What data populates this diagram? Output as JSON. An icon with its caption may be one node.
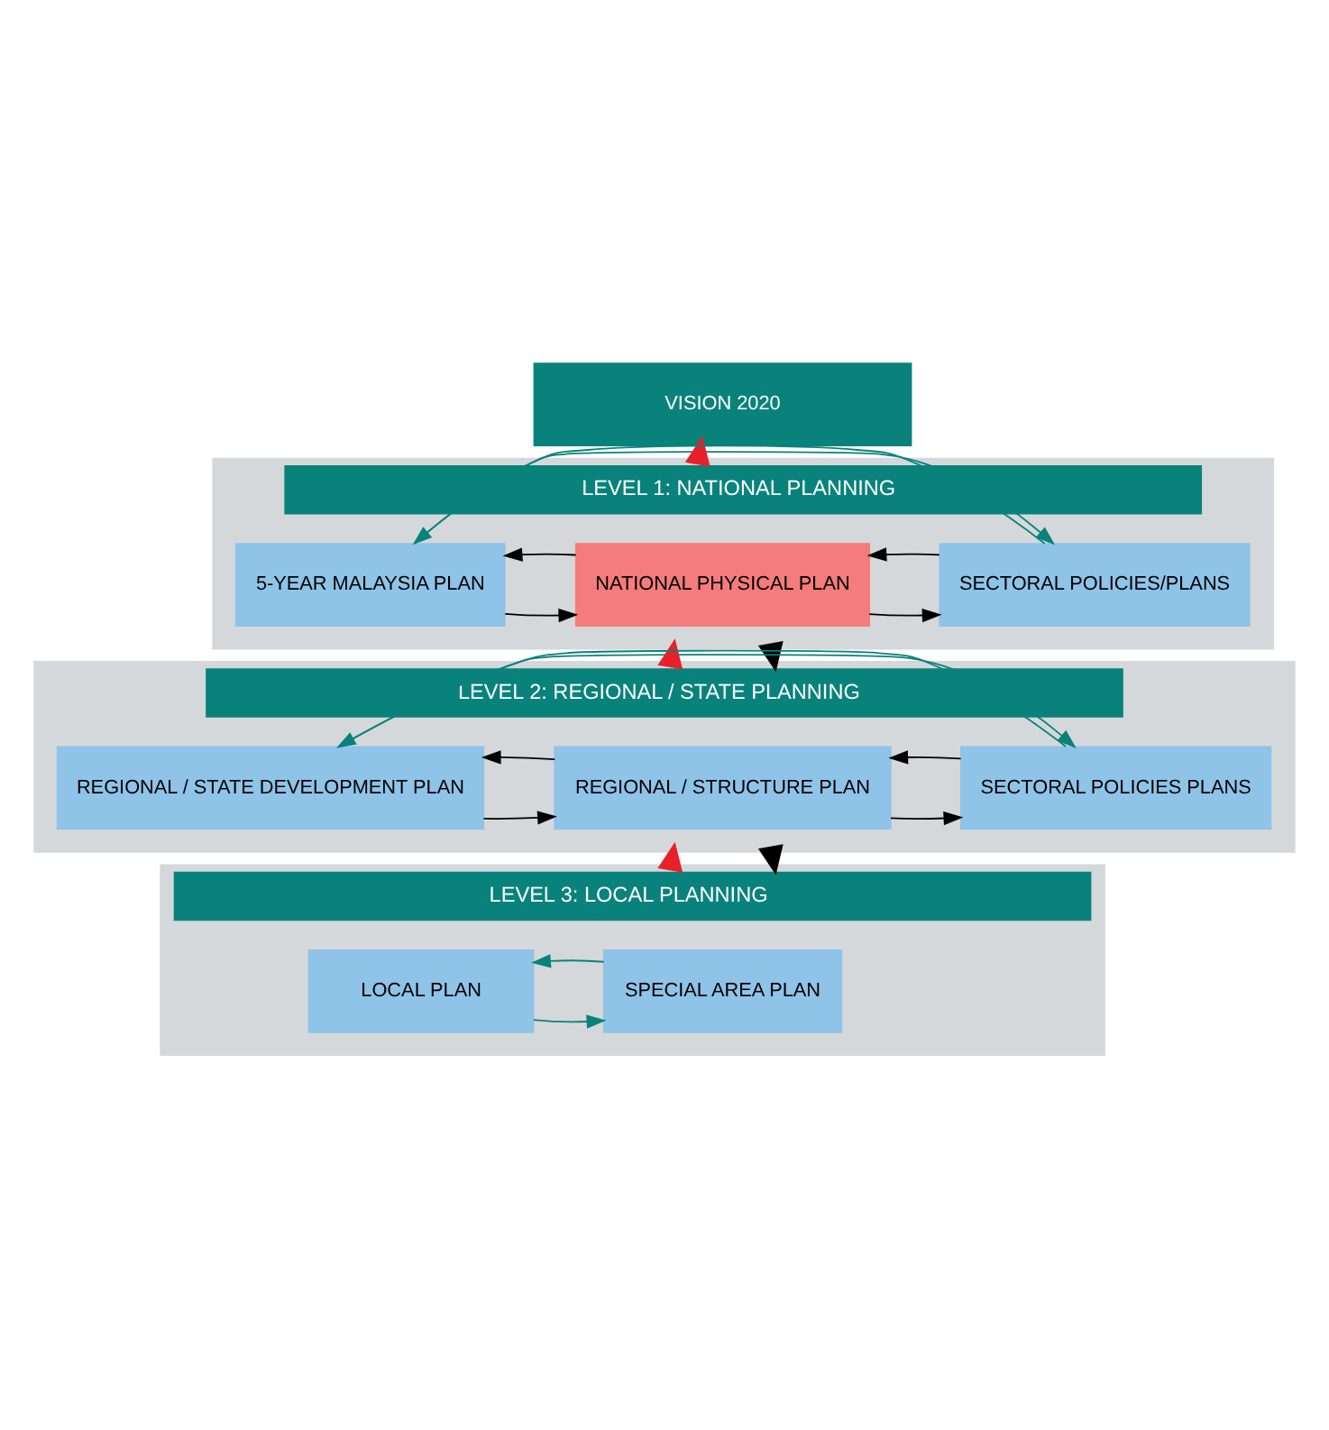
{
  "diagram": {
    "nodes": [
      {
        "text": [
          "VISION 2020"
        ]
      },
      {
        "text": [
          "LEVEL 1: NATIONAL PLANNING"
        ]
      },
      {
        "text": [
          "5-YEAR MALAYSIA PLAN"
        ],
        "in": 1
      },
      {
        "text": [
          "NATIONAL PHYSICAL PLAN"
        ],
        "in": 1
      },
      {
        "text": [
          "SECTORAL POLICIES/PLANS"
        ],
        "in": 1
      },
      {
        "text": [
          "LEVEL 2: REGIONAL / STATE PLANNING"
        ]
      },
      {
        "text": [
          "REGIONAL / STATE DEVELOPMENT PLAN"
        ],
        "in": 5
      },
      {
        "text": [
          "REGIONAL / STRUCTURE PLAN"
        ],
        "in": 5
      },
      {
        "text": [
          "SECTORAL POLICIES PLANS"
        ],
        "in": 5
      },
      {
        "text": [
          "LEVEL 3: LOCAL PLANNING"
        ]
      },
      {
        "text": [
          "LOCAL PLAN"
        ],
        "in": 9
      },
      {
        "text": [
          "SPECIAL AREA PLAN"
        ],
        "in": 9
      }
    ],
    "edges": [
      {
        "from": 1,
        "to": 0,
        "arrow": "to",
        "style": "thick",
        "color": "#e8202a"
      },
      {
        "from": 2,
        "to": 4,
        "arrow": "to",
        "color": "#0a827c"
      },
      {
        "from": 4,
        "to": 2,
        "arrow": "to",
        "color": "#0a827c"
      },
      {
        "from": 2,
        "to": 3,
        "arrow": "to"
      },
      {
        "from": 3,
        "to": 2,
        "arrow": "to"
      },
      {
        "from": 3,
        "to": 4,
        "arrow": "to"
      },
      {
        "from": 4,
        "to": 3,
        "arrow": "to"
      },
      {
        "from": 1,
        "to": 5,
        "arrow": "to",
        "style": "thick"
      },
      {
        "from": 5,
        "to": 1,
        "arrow": "to",
        "style": "thick",
        "color": "#e8202a"
      },
      {
        "from": 6,
        "to": 8,
        "arrow": "to",
        "color": "#0a827c"
      },
      {
        "from": 8,
        "to": 6,
        "arrow": "to",
        "color": "#0a827c"
      },
      {
        "from": 6,
        "to": 7,
        "arrow": "to"
      },
      {
        "from": 7,
        "to": 6,
        "arrow": "to"
      },
      {
        "from": 7,
        "to": 8,
        "arrow": "to"
      },
      {
        "from": 8,
        "to": 7,
        "arrow": "to"
      },
      {
        "from": 5,
        "to": 9,
        "arrow": "to",
        "style": "thick"
      },
      {
        "from": 9,
        "to": 5,
        "arrow": "to",
        "style": "thick",
        "color": "#e8202a"
      },
      {
        "from": 10,
        "to": 11,
        "arrow": "to",
        "color": "#0a827c"
      },
      {
        "from": 11,
        "to": 10,
        "arrow": "to",
        "color": "#0a827c"
      }
    ]
  }
}
